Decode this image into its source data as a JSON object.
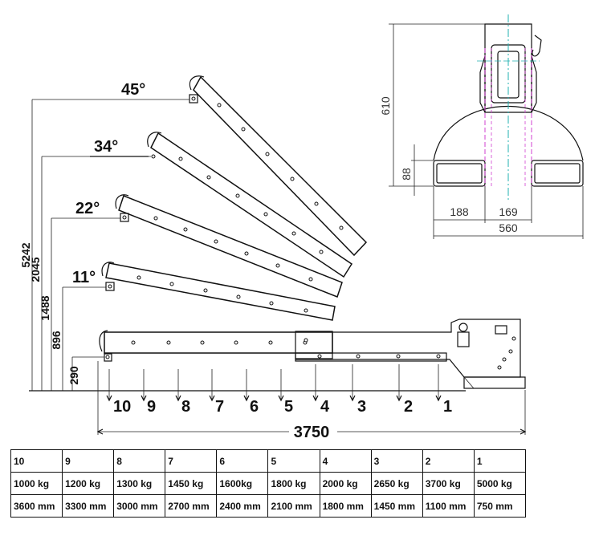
{
  "drawing": {
    "angles": [
      "45°",
      "34°",
      "22°",
      "11°"
    ],
    "heights": [
      "5242",
      "2045",
      "1488",
      "896",
      "290"
    ],
    "total_length": "3750",
    "positions": [
      "10",
      "9",
      "8",
      "7",
      "6",
      "5",
      "4",
      "3",
      "2",
      "1"
    ]
  },
  "end_view": {
    "height": "610",
    "pocket_height": "88",
    "pocket_width": "188",
    "gap": "169",
    "total_width": "560"
  },
  "table": {
    "rows": [
      [
        "10",
        "9",
        "8",
        "7",
        "6",
        "5",
        "4",
        "3",
        "2",
        "1"
      ],
      [
        "1000 kg",
        "1200 kg",
        "1300 kg",
        "1450 kg",
        "1600kg",
        "1800 kg",
        "2000 kg",
        "2650 kg",
        "3700 kg",
        "5000 kg"
      ],
      [
        "3600 mm",
        "3300 mm",
        "3000 mm",
        "2700 mm",
        "2400 mm",
        "2100 mm",
        "1800 mm",
        "1450 mm",
        "1100 mm",
        "750 mm"
      ]
    ]
  }
}
